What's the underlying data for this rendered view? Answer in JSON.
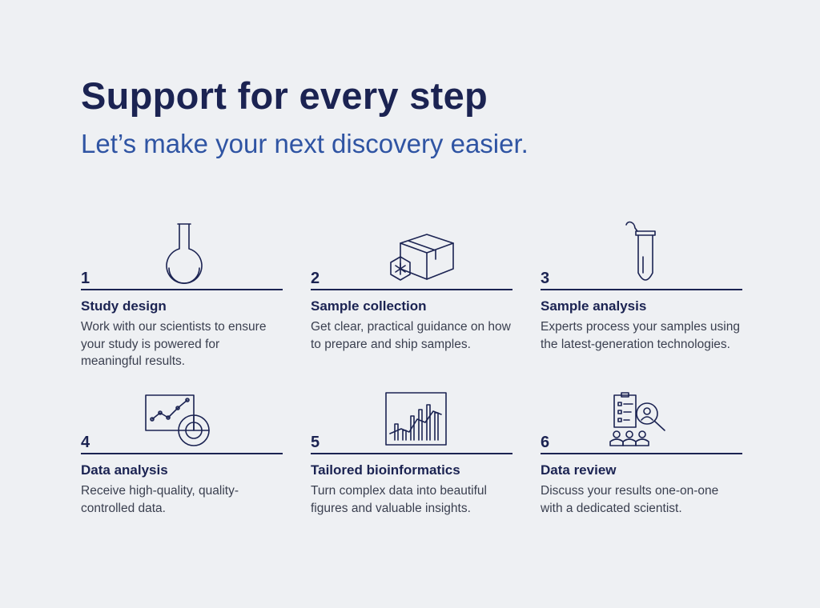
{
  "header": {
    "title": "Support for every step",
    "subtitle": "Let’s make your next discovery easier."
  },
  "steps": [
    {
      "number": "1",
      "name": "Study design",
      "description": "Work with our scientists to ensure your study is powered for meaningful results.",
      "icon": "flask-icon"
    },
    {
      "number": "2",
      "name": "Sample collection",
      "description": "Get clear, practical guidance on how to prepare and ship samples.",
      "icon": "frozen-box-icon"
    },
    {
      "number": "3",
      "name": "Sample analysis",
      "description": "Experts process your samples using the latest-generation technologies.",
      "icon": "sample-tube-icon"
    },
    {
      "number": "4",
      "name": "Data analysis",
      "description": "Receive high-quality, quality-controlled data.",
      "icon": "line-chart-icon"
    },
    {
      "number": "5",
      "name": "Tailored bioinformatics",
      "description": "Turn complex data into beautiful figures and valuable insights.",
      "icon": "bar-chart-icon"
    },
    {
      "number": "6",
      "name": "Data review",
      "description": "Discuss your results one-on-one with a dedicated scientist.",
      "icon": "review-team-icon"
    }
  ],
  "colors": {
    "navy": "#1b2352",
    "accent_blue": "#2f54a3",
    "background": "#eef0f3"
  }
}
